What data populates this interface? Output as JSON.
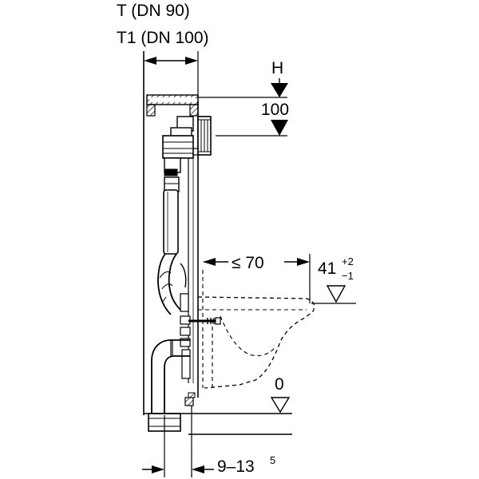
{
  "labels": {
    "pipe_t": "T (DN 90)",
    "pipe_t1": "T1 (DN 100)",
    "height_h": "H",
    "height_100": "100",
    "max_distance": "≤ 70",
    "rim_base": "41",
    "rim_tol_plus": "+2",
    "rim_tol_minus": "−1",
    "floor_zero": "0",
    "offset_range": "9–13",
    "offset_super": "5"
  },
  "colors": {
    "line": "#000000",
    "background": "#ffffff",
    "hatch": "#000000",
    "fill_grey": "#e6e6e6"
  }
}
